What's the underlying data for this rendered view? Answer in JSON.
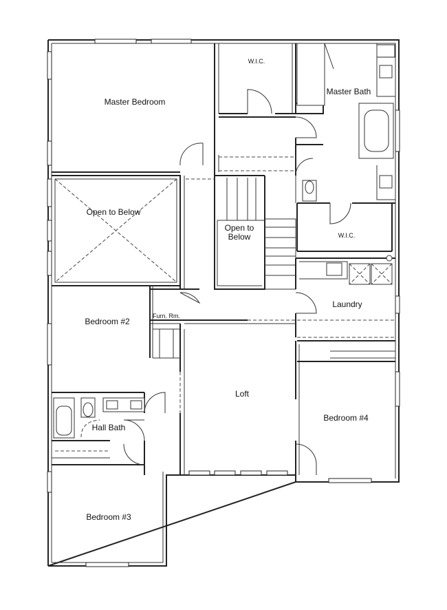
{
  "rooms": {
    "master_bedroom": "Master Bedroom",
    "wic_master": "W.I.C.",
    "master_bath": "Master Bath",
    "open_below_left": "Open to Below",
    "open_below_stair_1": "Open to",
    "open_below_stair_2": "Below",
    "wic_bath": "W.I.C.",
    "laundry": "Laundry",
    "bedroom2": "Bedroom #2",
    "furn_rm": "Furn. Rm.",
    "loft": "Loft",
    "hall_bath": "Hall Bath",
    "bedroom4": "Bedroom #4",
    "bedroom3": "Bedroom #3"
  }
}
